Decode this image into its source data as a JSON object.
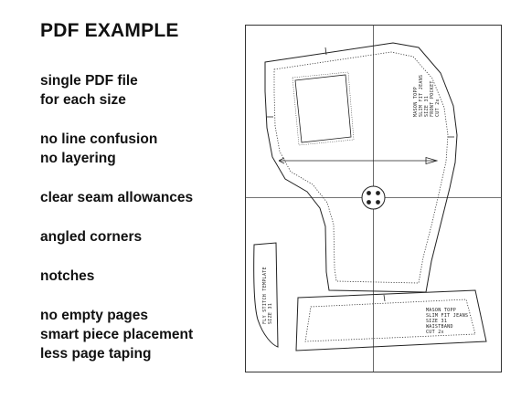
{
  "title": "PDF EXAMPLE",
  "features": [
    "single PDF file",
    "for each size",
    "no line confusion",
    "no layering",
    "clear seam allowances",
    "angled corners",
    "notches",
    "no empty pages",
    "smart piece placement",
    "less page taping"
  ],
  "pattern": {
    "main_piece_label": [
      "MASON TOPP",
      "SLIM FIT JEANS",
      "SIZE 31",
      "FRONT POCKET",
      "CUT 2x"
    ],
    "fly_template_label": [
      "FLY STITCH TEMPLATE",
      "SIZE 31"
    ],
    "waistband_label": [
      "MASON TOPP",
      "SLIM FIT JEANS",
      "SIZE 31",
      "WAISTBAND",
      "CUT 2x"
    ]
  }
}
